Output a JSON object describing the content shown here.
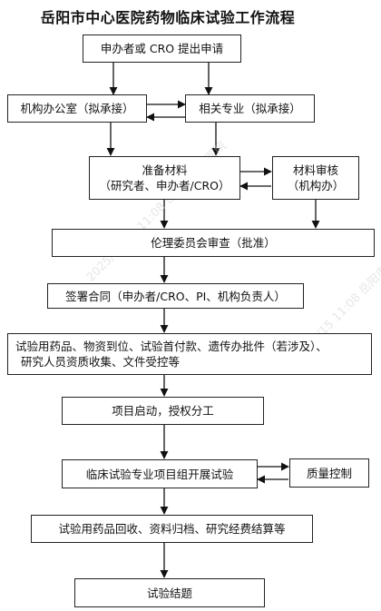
{
  "title": "岳阳市中心医院药物临床试验工作流程",
  "steps": {
    "sponsor": "申办者或 CRO 提出申请",
    "office": "机构办公室（拟承接）",
    "dept": "相关专业（拟承接）",
    "prepare_line1": "准备材料",
    "prepare_line2": "（研究者、申办者/CRO）",
    "review_line1": "材料审核",
    "review_line2": "（机构办）",
    "ethics": "伦理委员会审查（批准）",
    "contract": "签署合同（申办者/CRO、PI、机构负责人）",
    "drugs_line1": "试验用药品、物资到位、试验首付款、遗传办批件（若涉及）、",
    "drugs_line2": "研究人员资质收集、文件受控等",
    "launch": "项目启动，授权分工",
    "conduct": "临床试验专业项目组开展试验",
    "qc": "质量控制",
    "recycle": "试验用药品回收、资料归档、研究经费结算等",
    "end": "试验结题"
  }
}
